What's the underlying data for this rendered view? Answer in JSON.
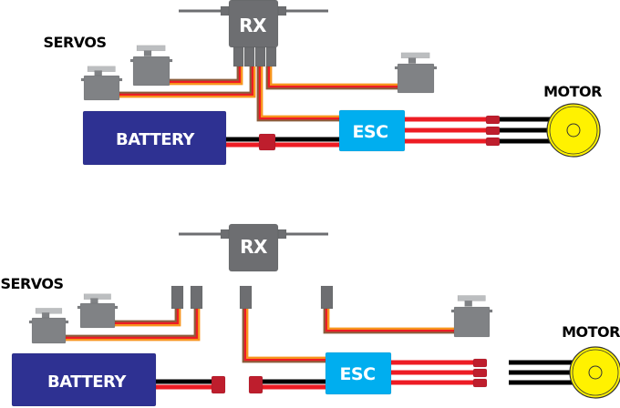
{
  "colors": {
    "receiver": "#6d6e71",
    "servo_body": "#808285",
    "servo_horn": "#bcbec0",
    "battery": "#2e3192",
    "esc": "#00aeef",
    "connector": "#be1e2d",
    "wire_red": "#ed1c24",
    "wire_black": "#000000",
    "signal_brown": "#8b5e3c",
    "signal_orange": "#f7941d",
    "motor": "#fff200"
  },
  "connected": {
    "rx_label": "RX",
    "servos_label": "SERVOS",
    "battery_label": "BATTERY",
    "esc_label": "ESC",
    "motor_label": "MOTOR"
  },
  "disconnected": {
    "rx_label": "RX",
    "servos_label": "SERVOS",
    "battery_label": "BATTERY",
    "esc_label": "ESC",
    "motor_label": "MOTOR"
  }
}
